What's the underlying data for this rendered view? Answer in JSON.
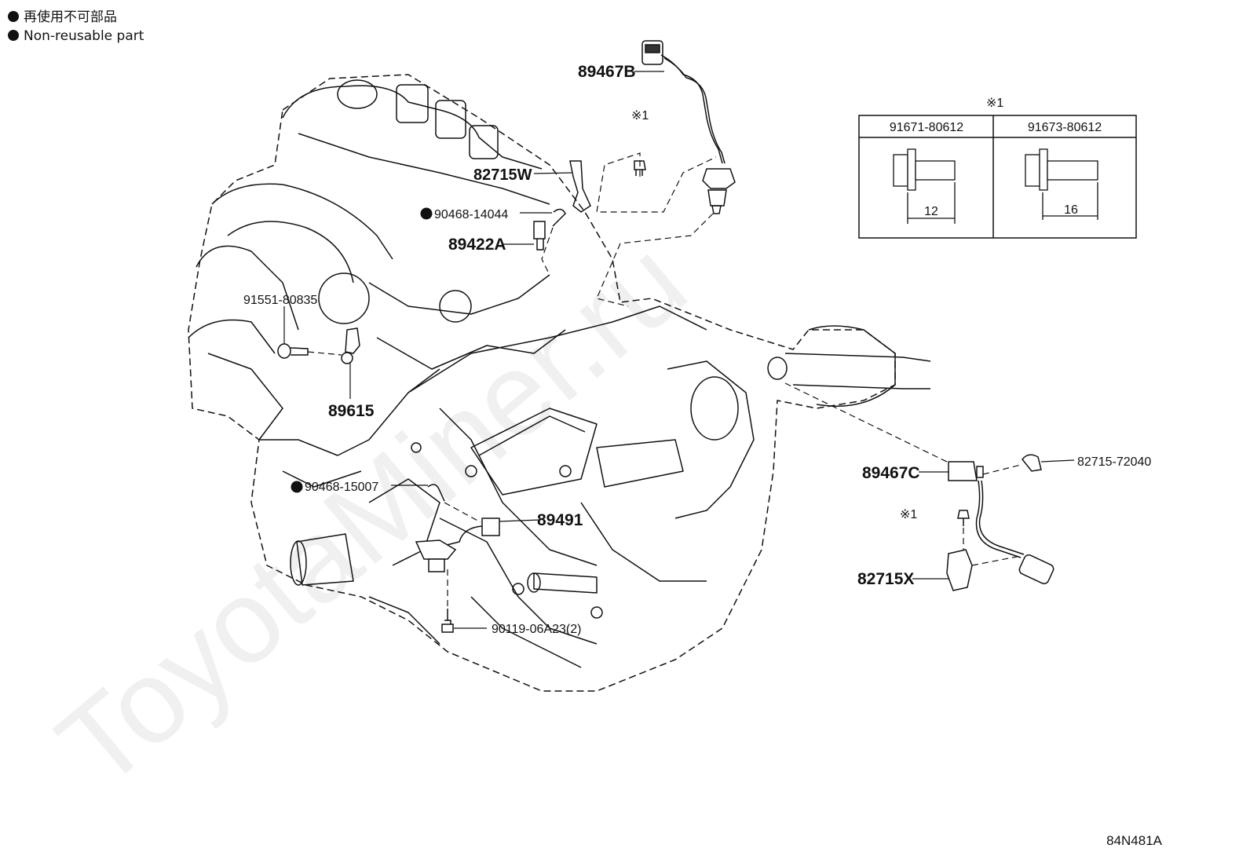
{
  "legend": {
    "jp": "再使用不可部品",
    "en": "Non-reusable part",
    "dot_color": "#111111"
  },
  "watermark": "ToyotaMiner.ru",
  "drawing_code": "84N481A",
  "parts": {
    "p89467B": "89467B",
    "p82715W": "82715W",
    "p90468_14044": "90468-14044",
    "p89422A": "89422A",
    "p91551_80835": "91551-80835",
    "p89615": "89615",
    "p90468_15007": "90468-15007",
    "p89491": "89491",
    "p90119": "90119-06A23(2)",
    "p89467C": "89467C",
    "p82715_72040": "82715-72040",
    "p82715X": "82715X",
    "ref1_top": "※1",
    "ref1_right": "※1"
  },
  "bolt_table": {
    "marker": "※1",
    "columns": [
      {
        "part": "91671-80612",
        "length": "12"
      },
      {
        "part": "91673-80612",
        "length": "16"
      }
    ]
  }
}
